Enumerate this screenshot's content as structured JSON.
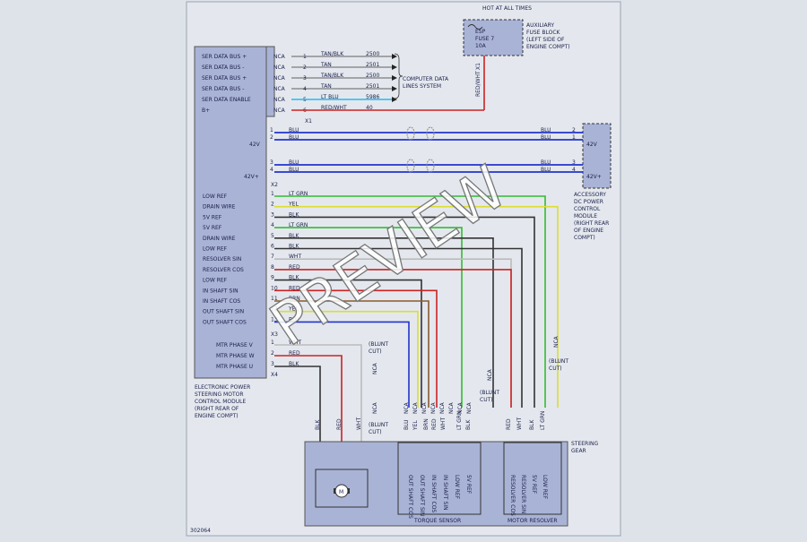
{
  "hot_at_all_times": "HOT AT ALL TIMES",
  "fuse": {
    "name": "ESP",
    "line2": "FUSE 7",
    "amps": "10A"
  },
  "aux_fuse_block": [
    "AUXILIARY",
    "FUSE BLOCK",
    "(LEFT SIDE OF",
    "ENGINE COMPT)"
  ],
  "fuse_wire": {
    "label": "RED/WHT",
    "connector": "X1"
  },
  "ecm_label": [
    "ELECTRONIC POWER",
    "STEERING MOTOR",
    "CONTROL MODULE",
    "(RIGHT REAR OF",
    "ENGINE COMPT)"
  ],
  "accessory_label": [
    "ACCESSORY",
    "DC POWER",
    "CONTROL",
    "MODULE",
    "(RIGHT REAR",
    "OF ENGINE",
    "COMPT)"
  ],
  "computer_data_lines": [
    "COMPUTER DATA",
    "LINES SYSTEM"
  ],
  "x1_pins": [
    {
      "name": "SER DATA BUS +",
      "nca": "NCA",
      "pin": "1",
      "color": "TAN/BLK",
      "circuit": "2500"
    },
    {
      "name": "SER DATA BUS -",
      "nca": "NCA",
      "pin": "2",
      "color": "TAN",
      "circuit": "2501"
    },
    {
      "name": "SER DATA BUS +",
      "nca": "NCA",
      "pin": "3",
      "color": "TAN/BLK",
      "circuit": "2500"
    },
    {
      "name": "SER DATA BUS -",
      "nca": "NCA",
      "pin": "4",
      "color": "TAN",
      "circuit": "2501"
    },
    {
      "name": "SER DATA ENABLE",
      "nca": "NCA",
      "pin": "5",
      "color": "LT BLU",
      "circuit": "5986"
    },
    {
      "name": "B+",
      "nca": "NCA",
      "pin": "6",
      "color": "RED/WHT",
      "circuit": "40"
    }
  ],
  "x1_connector": "X1",
  "power_wires": [
    {
      "pin": "1",
      "color": "BLU",
      "rpin": "2",
      "rcolor": "BLU"
    },
    {
      "pin": "2",
      "color": "BLU",
      "rpin": "1",
      "rcolor": "BLU"
    },
    {
      "pin": "3",
      "color": "BLU",
      "rpin": "3",
      "rcolor": "BLU"
    },
    {
      "pin": "4",
      "color": "BLU",
      "rpin": "4",
      "rcolor": "BLU"
    }
  ],
  "v42_top": "42V",
  "v42_bottom": "42V+",
  "x2_connector": "X2",
  "x3_pins": [
    {
      "name": "LOW REF",
      "pin": "1",
      "color": "LT GRN"
    },
    {
      "name": "DRAIN WIRE",
      "pin": "2",
      "color": "YEL"
    },
    {
      "name": "5V REF",
      "pin": "3",
      "color": "BLK"
    },
    {
      "name": "5V REF",
      "pin": "4",
      "color": "LT GRN"
    },
    {
      "name": "DRAIN WIRE",
      "pin": "5",
      "color": "BLK"
    },
    {
      "name": "LOW REF",
      "pin": "6",
      "color": "BLK"
    },
    {
      "name": "RESOLVER SIN",
      "pin": "7",
      "color": "WHT"
    },
    {
      "name": "RESOLVER COS",
      "pin": "8",
      "color": "RED"
    },
    {
      "name": "LOW REF",
      "pin": "9",
      "color": "BLK"
    },
    {
      "name": "IN SHAFT SIN",
      "pin": "10",
      "color": "RED"
    },
    {
      "name": "IN SHAFT COS",
      "pin": "11",
      "color": "BRN"
    },
    {
      "name": "OUT SHAFT SIN",
      "pin": "12",
      "color": "YEL"
    },
    {
      "name": "OUT SHAFT COS",
      "pin": "13",
      "color": "BLU"
    }
  ],
  "x3_connector": "X3",
  "x4_pins": [
    {
      "name": "MTR PHASE V",
      "pin": "1",
      "color": "WHT"
    },
    {
      "name": "MTR PHASE W",
      "pin": "2",
      "color": "RED"
    },
    {
      "name": "MTR PHASE U",
      "pin": "3",
      "color": "BLK"
    }
  ],
  "x4_connector": "X4",
  "blunt_cut": [
    "(BLUNT",
    "CUT)"
  ],
  "nca": "NCA",
  "steering_gear": [
    "STEERING",
    "GEAR"
  ],
  "torque_sensor": "TORQUE SENSOR",
  "motor_resolver": "MOTOR RESOLVER",
  "motor_symbol": "M",
  "torque_sensor_pins": [
    "OUT SHAFT COS",
    "OUT SHAFT SIN",
    "IN SHAFT COS",
    "IN SHAFT SIN",
    "LOW REF",
    "5V REF"
  ],
  "motor_resolver_pins": [
    "RESOLVER COS",
    "RESOLVER SIN",
    "5V REF",
    "LOW REF"
  ],
  "vertical_wire_labels": [
    "BLK",
    "RED",
    "WHT",
    "BLU",
    "YEL",
    "BRN",
    "RED",
    "WHT",
    "LT GRN",
    "BLK",
    "RED",
    "WHT",
    "BLK",
    "LT GRN"
  ],
  "diagram_id": "302064",
  "watermark": "PREVIEW",
  "colors": {
    "module_fill": "#a9b3d6",
    "page_bg": "#e4e8ee",
    "blue": "#2233cc",
    "green": "#33bb33",
    "yellow": "#dddd33",
    "red": "#cc2222",
    "black": "#333333",
    "brown": "#8b5a2b",
    "lt_blue": "#22bbee",
    "white_wire": "#bbbbbb"
  }
}
